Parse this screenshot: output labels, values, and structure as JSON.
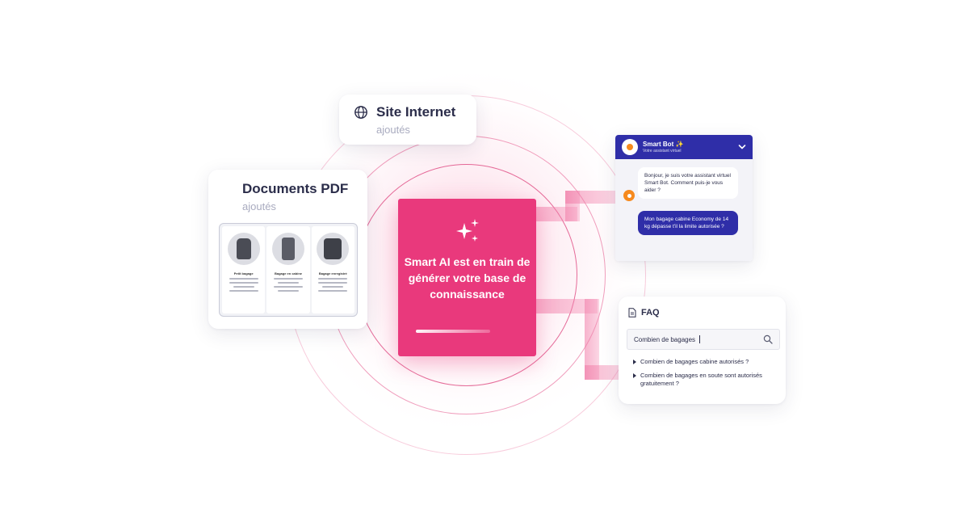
{
  "site": {
    "title": "Site Internet",
    "subtitle": "ajoutés"
  },
  "pdf": {
    "title": "Documents PDF",
    "subtitle": "ajoutés",
    "columns": [
      {
        "caption": "Petit bagage"
      },
      {
        "caption": "Bagage en cabine"
      },
      {
        "caption": "Bagage enregistré"
      }
    ]
  },
  "ai": {
    "text": "Smart AI est en train de générer votre base de connaissance"
  },
  "chat": {
    "name": "Smart Bot ✨",
    "subtitle": "Votre assistant virtuel",
    "bot_message": "Bonjour, je suis votre assistant virtuel Smart Bot. Comment puis-je vous aider ?",
    "user_message": "Mon bagage cabine Economy de 14 kg dépasse t'il la limite autorisée ?"
  },
  "faq": {
    "title": "FAQ",
    "search_value": "Combien de bagages",
    "items": [
      "Combien de bagages cabine autorisés ?",
      "Combien de bagages en soute sont autorisés gratuitement  ?"
    ]
  },
  "colors": {
    "accent": "#e9397c",
    "brand": "#2f2ea8",
    "bot": "#f68a1e"
  }
}
